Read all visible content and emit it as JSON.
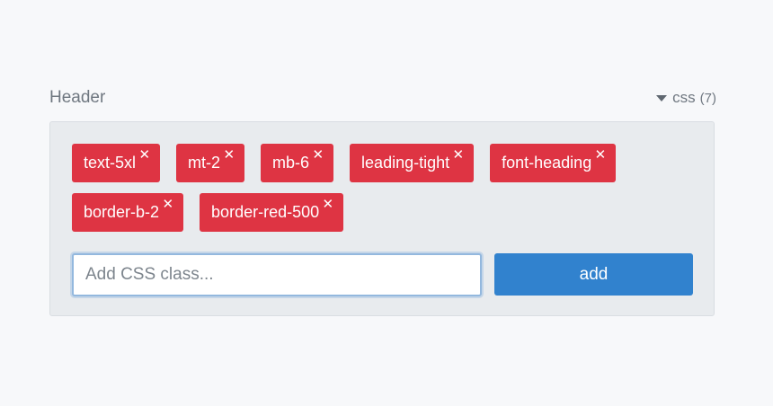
{
  "section": {
    "title": "Header"
  },
  "css_toggle": {
    "label": "css",
    "count": "(7)",
    "icon": "caret-down-icon"
  },
  "tags": [
    {
      "label": "text-5xl",
      "remove_icon": "close-icon"
    },
    {
      "label": "mt-2",
      "remove_icon": "close-icon"
    },
    {
      "label": "mb-6",
      "remove_icon": "close-icon"
    },
    {
      "label": "leading-tight",
      "remove_icon": "close-icon"
    },
    {
      "label": "font-heading",
      "remove_icon": "close-icon"
    },
    {
      "label": "border-b-2",
      "remove_icon": "close-icon"
    },
    {
      "label": "border-red-500",
      "remove_icon": "close-icon"
    }
  ],
  "input": {
    "value": "",
    "placeholder": "Add CSS class..."
  },
  "add_button": {
    "label": "add"
  },
  "colors": {
    "tag_background": "#de3443",
    "button_background": "#3182ce",
    "panel_background": "#e8ebee"
  }
}
